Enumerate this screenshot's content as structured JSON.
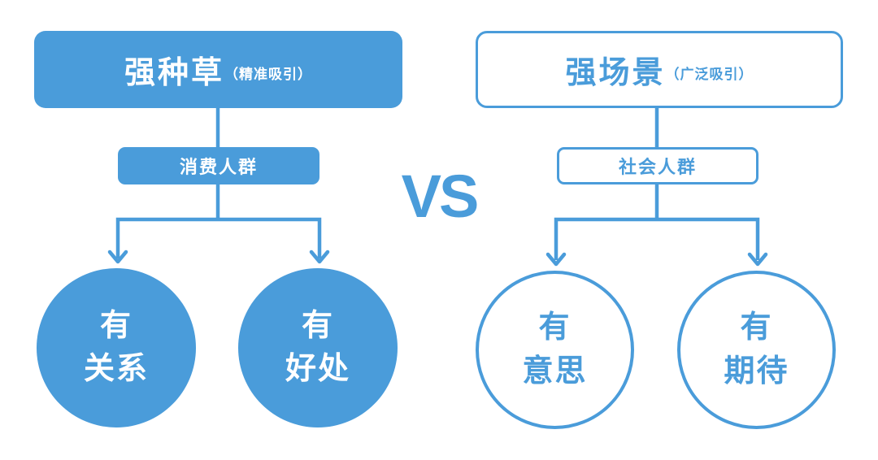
{
  "colors": {
    "accent": "#4A9CDA"
  },
  "vs_label": "VS",
  "left": {
    "top_box": {
      "title": "强种草",
      "subtitle": "（精准吸引）"
    },
    "mid_box": {
      "label": "消费人群"
    },
    "circles": [
      {
        "line1": "有",
        "line2": "关系"
      },
      {
        "line1": "有",
        "line2": "好处"
      }
    ]
  },
  "right": {
    "top_box": {
      "title": "强场景",
      "subtitle": "（广泛吸引）"
    },
    "mid_box": {
      "label": "社会人群"
    },
    "circles": [
      {
        "line1": "有",
        "line2": "意思"
      },
      {
        "line1": "有",
        "line2": "期待"
      }
    ]
  }
}
